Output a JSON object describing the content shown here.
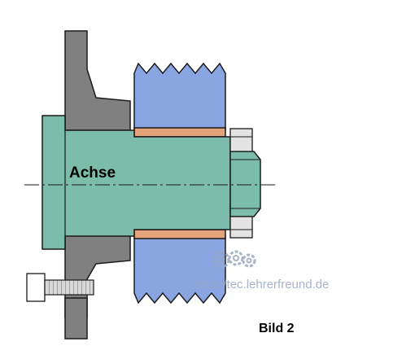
{
  "labels": {
    "axle": "Achse",
    "figure": "Bild 2"
  },
  "watermark": {
    "url": "http://tec.lehrerfreund.de",
    "icon": "gears-icon"
  },
  "colors": {
    "housing": "#808080",
    "axle": "#7bbcaa",
    "gear": "#8aa6e2",
    "bushing": "#e4a37a",
    "outline": "#1a1a1a",
    "background": "#ffffff",
    "watermark": "#9aa7bf"
  }
}
